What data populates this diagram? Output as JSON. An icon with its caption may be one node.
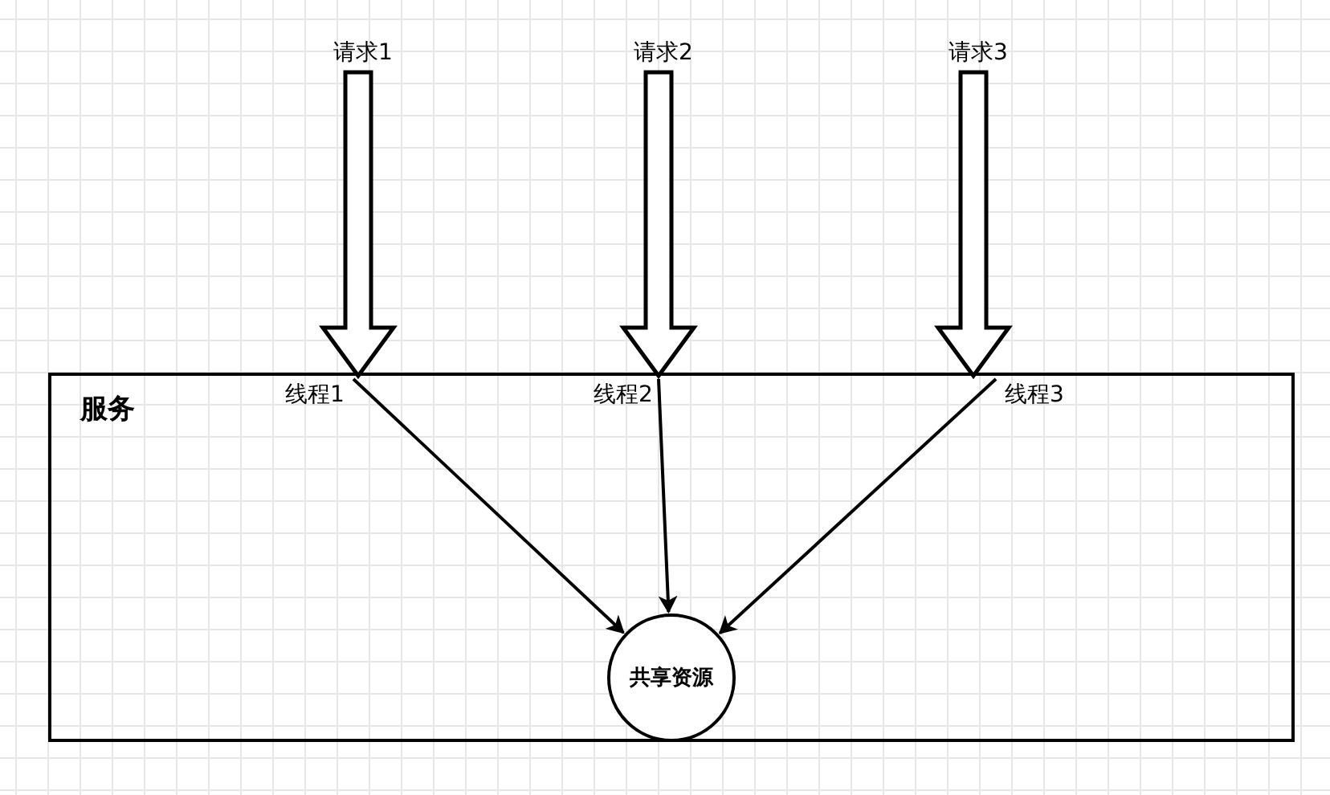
{
  "diagram": {
    "nodes": [
      {
        "text": [
          "服务"
        ]
      },
      {
        "text": [
          "请求1"
        ]
      },
      {
        "text": [
          "请求2"
        ]
      },
      {
        "text": [
          "请求3"
        ]
      },
      {
        "text": [
          "线程1"
        ],
        "in": 0
      },
      {
        "text": [
          "线程2"
        ],
        "in": 0
      },
      {
        "text": [
          "线程3"
        ],
        "in": 0
      },
      {
        "text": [
          "共享资源"
        ],
        "in": 0
      }
    ],
    "edges": [
      {
        "from": 1,
        "to": 4,
        "arrow": "to",
        "style": "thick"
      },
      {
        "from": 2,
        "to": 5,
        "arrow": "to",
        "style": "thick"
      },
      {
        "from": 3,
        "to": 6,
        "arrow": "to",
        "style": "thick"
      },
      {
        "from": 4,
        "to": 7,
        "arrow": "to"
      },
      {
        "from": 5,
        "to": 7,
        "arrow": "to"
      },
      {
        "from": 6,
        "to": 7,
        "arrow": "to"
      }
    ]
  }
}
